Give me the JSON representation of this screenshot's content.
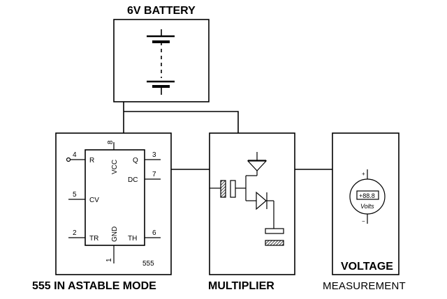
{
  "battery": {
    "label": "6V BATTERY"
  },
  "ic555": {
    "caption": "555 IN ASTABLE MODE",
    "chip_label": "555",
    "pins": {
      "r": "R",
      "vcc": "VCC",
      "q": "Q",
      "dc": "DC",
      "cv": "CV",
      "tr": "TR",
      "gnd": "GND",
      "th": "TH"
    },
    "pin_numbers": {
      "p4": "4",
      "p8": "8",
      "p3": "3",
      "p7": "7",
      "p5": "5",
      "p2": "2",
      "p6": "6",
      "p1": "1"
    }
  },
  "multiplier": {
    "caption": "MULTIPLIER"
  },
  "voltage": {
    "title": "VOLTAGE",
    "caption": "MEASUREMENT",
    "meter_reading": "+88.8",
    "meter_unit": "Volts",
    "plus": "+",
    "minus": "−"
  }
}
